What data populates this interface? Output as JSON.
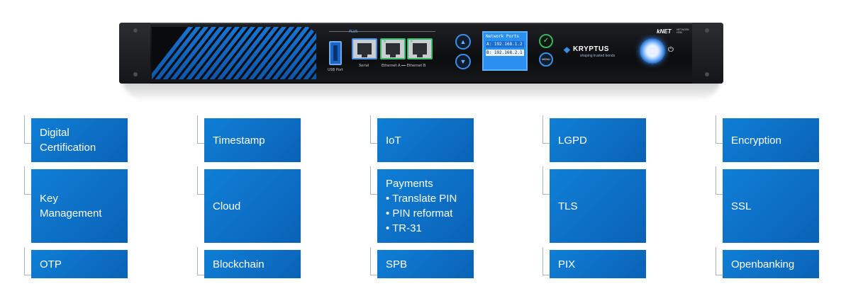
{
  "device": {
    "usb_label": "USB Port",
    "serial_label": "Serial",
    "plus_label": "PLUS",
    "ethernet_label": "Ethernet A ━━ Ethernet B",
    "nav_up_icon": "chevron-up",
    "nav_down_icon": "chevron-down",
    "lcd": {
      "title": "Network Ports",
      "line_a": "A: 192.168.1.2",
      "line_b": "B: 192.168.2.1"
    },
    "ok_icon": "check",
    "menu_label": "MENU",
    "brand_name": "KRYPTUS",
    "brand_tagline": "shaping trusted bonds",
    "model_name": "kNET",
    "model_sub": "NETWORK HSM",
    "power_icon": "power",
    "accent_color": "#1978d8"
  },
  "features": {
    "columns": [
      {
        "tiles": [
          {
            "lines": [
              "Digital",
              "Certification"
            ]
          },
          {
            "lines": [
              "Key",
              "Management"
            ]
          },
          {
            "lines": [
              "OTP"
            ]
          }
        ]
      },
      {
        "tiles": [
          {
            "lines": [
              "Timestamp"
            ]
          },
          {
            "lines": [
              "Cloud"
            ]
          },
          {
            "lines": [
              "Blockchain"
            ]
          }
        ]
      },
      {
        "tiles": [
          {
            "lines": [
              "IoT"
            ]
          },
          {
            "lines": [
              "Payments",
              "• Translate PIN",
              "• PIN reformat",
              "• TR-31"
            ]
          },
          {
            "lines": [
              "SPB"
            ]
          }
        ]
      },
      {
        "tiles": [
          {
            "lines": [
              "LGPD"
            ]
          },
          {
            "lines": [
              "TLS"
            ]
          },
          {
            "lines": [
              "PIX"
            ]
          }
        ]
      },
      {
        "tiles": [
          {
            "lines": [
              "Encryption"
            ]
          },
          {
            "lines": [
              "SSL"
            ]
          },
          {
            "lines": [
              "Openbanking"
            ]
          }
        ]
      }
    ],
    "tile_color": "#0a6fc5"
  }
}
